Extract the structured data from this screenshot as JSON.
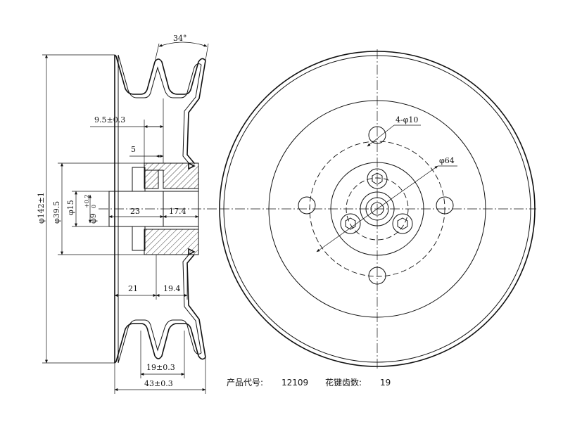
{
  "dimensions": {
    "angle": "34°",
    "groove_offset": "9.5±0.3",
    "hub_step": "5",
    "outer_diameter": "φ142±1",
    "hub_diameter": "φ39.5",
    "bore_diameter": "φ15",
    "bore_small_diameter": "φ9",
    "bore_tol_upper": "+0.2",
    "bore_tol_lower": "0",
    "bore_length": "23",
    "hub_length": "17.4",
    "left_length": "21",
    "right_length": "19.4",
    "groove_pitch": "19±0.3",
    "overall_width": "43±0.3",
    "hole_callout": "4-φ10",
    "pcd": "φ64"
  },
  "caption": {
    "product_code_label": "产品代号:",
    "product_code_value": "12109",
    "spline_teeth_label": "花键齿数:",
    "spline_teeth_value": "19"
  }
}
